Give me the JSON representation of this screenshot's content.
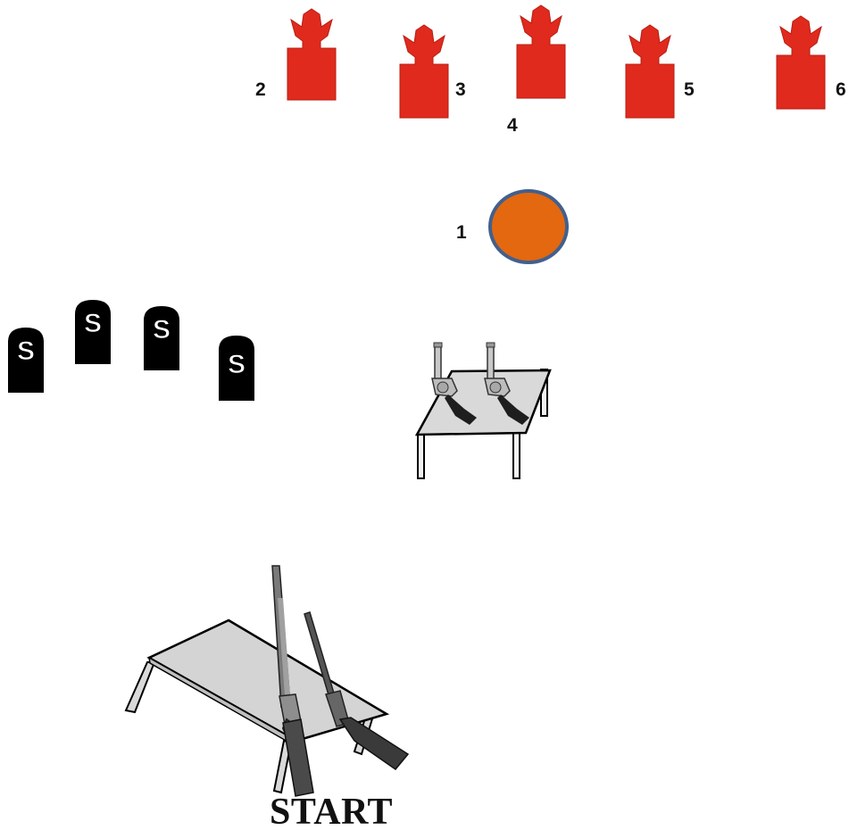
{
  "targets": [
    {
      "label": "2"
    },
    {
      "label": "3"
    },
    {
      "label": "4"
    },
    {
      "label": "5"
    },
    {
      "label": "6"
    }
  ],
  "plate": {
    "label": "1"
  },
  "shotgun_knockdowns": [
    {
      "letter": "S"
    },
    {
      "letter": "S"
    },
    {
      "letter": "S"
    },
    {
      "letter": "S"
    }
  ],
  "start": {
    "label": "START"
  },
  "colors": {
    "target_red": "#e02a1e",
    "plate_orange": "#e3680f",
    "plate_border": "#41608e",
    "knockdown_black": "#000000",
    "table_gray": "#d9d9d9"
  }
}
